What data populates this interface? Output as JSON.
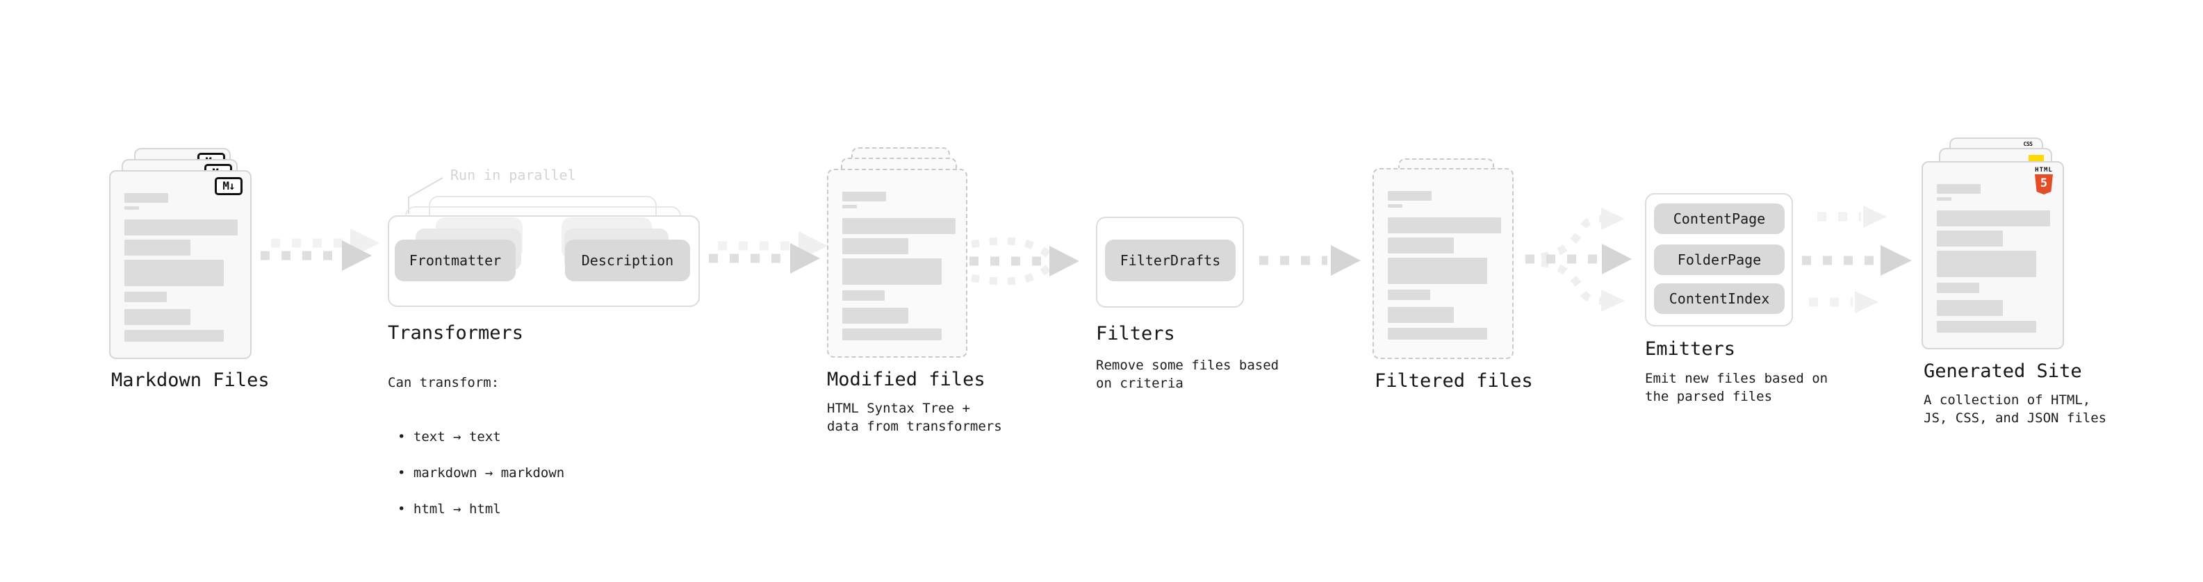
{
  "colors": {
    "doc_fill": "#f8f8f8",
    "doc_border": "#d6d6d6",
    "content_bar_gray": "#dcdcdc",
    "pill_gray": "#d9d9d9",
    "arrow_dark_gray": "#d5d5d5",
    "arrow_light_gray": "#f0f0f0",
    "note_gray": "#d4d4d4",
    "text_black": "#1b1b1b",
    "html5_orange": "#e44d26",
    "js_yellow": "#ffd900",
    "css_blue": "#2f6fe8"
  },
  "stages": {
    "markdown_files": {
      "label": "Markdown Files",
      "badge": "M↓"
    },
    "transformers": {
      "label": "Transformers",
      "note": "Run in parallel",
      "pills": [
        "Frontmatter",
        "Description"
      ],
      "caption_heading": "Can transform:",
      "caption_bullets": [
        "• text → text",
        "• markdown → markdown",
        "• html → html"
      ]
    },
    "modified_files": {
      "label": "Modified files",
      "caption": "HTML Syntax Tree +\ndata from transformers"
    },
    "filters": {
      "label": "Filters",
      "pills": [
        "FilterDrafts"
      ],
      "caption": "Remove some files based\non criteria"
    },
    "filtered_files": {
      "label": "Filtered files"
    },
    "emitters": {
      "label": "Emitters",
      "pills": [
        "ContentPage",
        "FolderPage",
        "ContentIndex"
      ],
      "caption": "Emit new files based on\nthe parsed files"
    },
    "generated_site": {
      "label": "Generated Site",
      "caption": "A collection of HTML,\nJS, CSS, and JSON files",
      "badges": {
        "html": "HTML",
        "five": "5",
        "css": "CSS"
      }
    }
  }
}
